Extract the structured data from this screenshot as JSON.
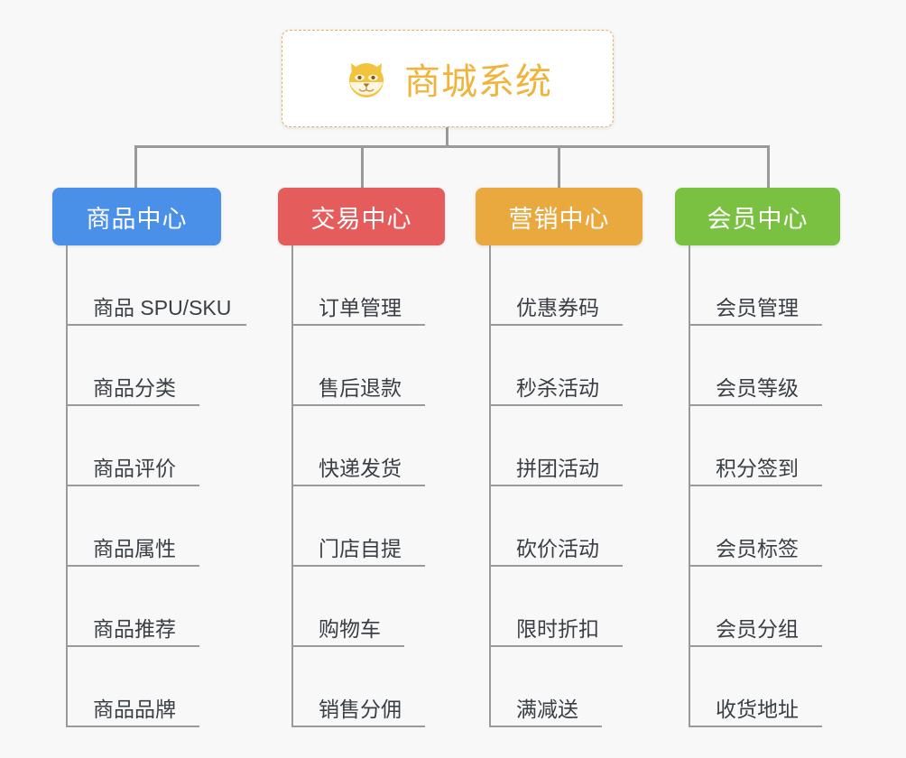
{
  "background_color": "#f8f8f8",
  "root": {
    "icon": "shiba-inu-dog-face",
    "icon_glyph": "🐕",
    "title": "商城系统",
    "title_color": "#f0b33c",
    "border_color": "#e7b15c"
  },
  "connector_color": "#9a9a9a",
  "columns": [
    {
      "id": "product-center",
      "label": "商品中心",
      "color": "#4a90e8",
      "items": [
        "商品 SPU/SKU",
        "商品分类",
        "商品评价",
        "商品属性",
        "商品推荐",
        "商品品牌"
      ]
    },
    {
      "id": "trade-center",
      "label": "交易中心",
      "color": "#e55c5c",
      "items": [
        "订单管理",
        "售后退款",
        "快递发货",
        "门店自提",
        "购物车",
        "销售分佣"
      ]
    },
    {
      "id": "marketing-center",
      "label": "营销中心",
      "color": "#eaa93e",
      "items": [
        "优惠券码",
        "秒杀活动",
        "拼团活动",
        "砍价活动",
        "限时折扣",
        "满减送"
      ]
    },
    {
      "id": "member-center",
      "label": "会员中心",
      "color": "#7ac142",
      "items": [
        "会员管理",
        "会员等级",
        "积分签到",
        "会员标签",
        "会员分组",
        "收货地址"
      ]
    }
  ]
}
